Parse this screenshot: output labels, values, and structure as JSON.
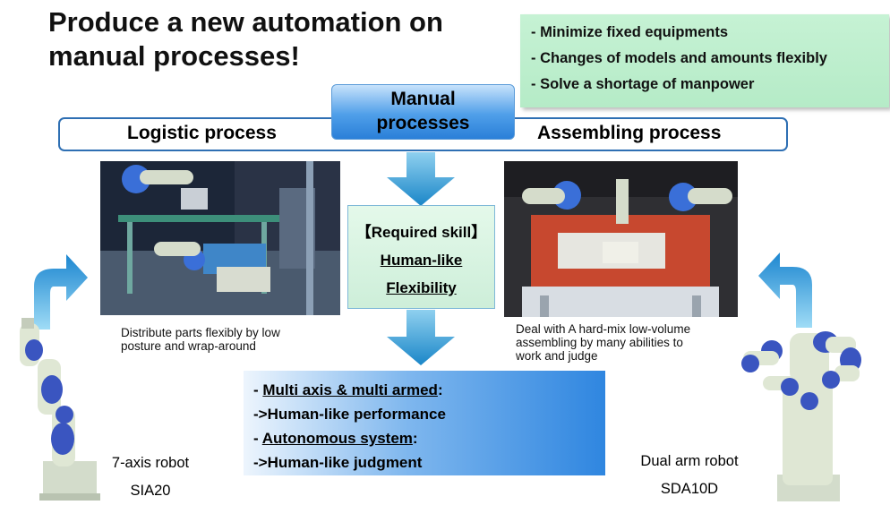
{
  "title_lines": [
    "Produce a new automation on",
    "manual processes!"
  ],
  "benefits": [
    "- Minimize fixed equipments",
    "- Changes of models and amounts flexibly",
    "- Solve a shortage of manpower"
  ],
  "manual": {
    "line1": "Manual",
    "line2": "processes"
  },
  "processes": {
    "left": "Logistic process",
    "right": "Assembling process"
  },
  "captions": {
    "left_lines": [
      "Distribute parts flexibly by low",
      "posture and wrap-around"
    ],
    "right_lines": [
      "Deal with A hard-mix low-volume",
      "assembling by many abilities to",
      "work and judge"
    ]
  },
  "skill": {
    "heading": "【Required skill】",
    "line1": "Human-like",
    "line2": "Flexibility"
  },
  "features": {
    "l1_dash": "- ",
    "l1_u": "Multi axis & multi armed",
    "l1_tail": ":",
    "l2": "->Human-like  performance",
    "l3_dash": "- ",
    "l3_u": "Autonomous system",
    "l3_tail": ":",
    "l4": "->Human-like  judgment"
  },
  "robots": {
    "left": {
      "type": "7-axis robot",
      "model": "SIA20"
    },
    "right": {
      "type": "Dual arm robot",
      "model": "SDA10D"
    }
  },
  "colors": {
    "arrow": "#1f8fd0",
    "accent_blue": "#2e6fb3",
    "robot_blue": "#3a55c0",
    "robot_body": "#dfe7d4"
  }
}
